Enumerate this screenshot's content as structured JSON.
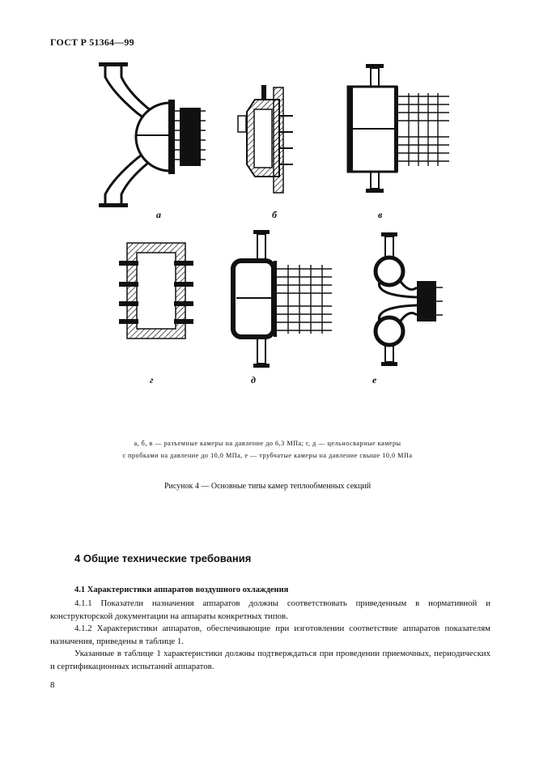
{
  "header": {
    "doc_id": "ГОСТ Р 51364—99"
  },
  "figure": {
    "labels": [
      "а",
      "б",
      "в",
      "г",
      "д",
      "е"
    ],
    "legend_line1": "а, б, в — разъемные камеры на давление до 6,3 МПа; г, д — цельносварные камеры",
    "legend_line2": "с пробками на давление до 10,0 МПа, е — трубчатые камеры на давление свыше 10,0 МПа",
    "caption": "Рисунок 4 — Основные типы камер теплообменных секций"
  },
  "section": {
    "heading": "4  Общие технические требования",
    "subheading": "4.1  Характеристики аппаратов воздушного охлаждения",
    "paragraphs": [
      "4.1.1  Показатели назначения аппаратов должны соответствовать приведенным в нормативной и конструкторской документации на аппараты конкретных типов.",
      "4.1.2  Характеристики аппаратов, обеспечивающие при изготовлении соответствие аппаратов показателям назначения, приведены в таблице 1.",
      "Указанные в таблице 1 характеристики должны подтверждаться при проведении приемочных, периодических и сертификационных испытаний аппаратов."
    ]
  },
  "page_number": "8"
}
